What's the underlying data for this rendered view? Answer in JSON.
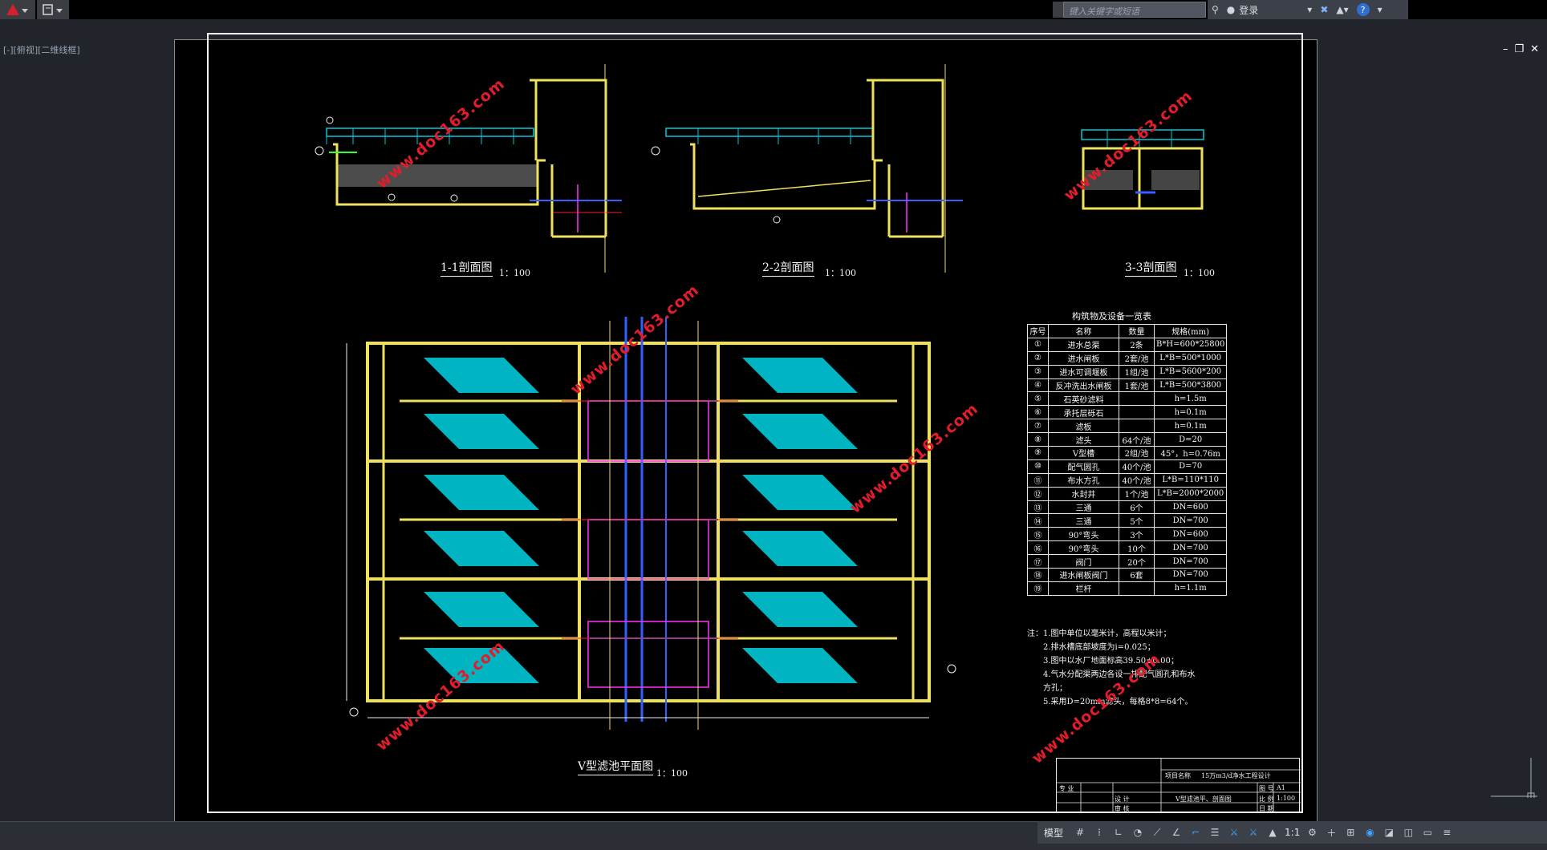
{
  "app": {
    "search_placeholder": "键入关键字或短语",
    "login_label": "登录",
    "viewport_label": "[-][俯视][二维线框]"
  },
  "views": {
    "section_1": {
      "title": "1-1剖面图",
      "scale": "1：100"
    },
    "section_2": {
      "title": "2-2剖面图",
      "scale": "1：100"
    },
    "section_3": {
      "title": "3-3剖面图",
      "scale": "1：100"
    },
    "plan": {
      "title": "V型滤池平面图",
      "scale": "1：100"
    }
  },
  "watermark_text": "www.doc163.com",
  "equipment_table": {
    "title": "构筑物及设备一览表",
    "headers": [
      "序号",
      "名称",
      "数量",
      "规格(mm)"
    ],
    "rows": [
      [
        "①",
        "进水总渠",
        "2条",
        "B*H=600*25800"
      ],
      [
        "②",
        "进水闸板",
        "2套/池",
        "L*B=500*1000"
      ],
      [
        "③",
        "进水可调堰板",
        "1组/池",
        "L*B=5600*200"
      ],
      [
        "④",
        "反冲洗出水闸板",
        "1套/池",
        "L*B=500*3800"
      ],
      [
        "⑤",
        "石英砂滤料",
        "",
        "h=1.5m"
      ],
      [
        "⑥",
        "承托层砾石",
        "",
        "h=0.1m"
      ],
      [
        "⑦",
        "滤板",
        "",
        "h=0.1m"
      ],
      [
        "⑧",
        "滤头",
        "64个/池",
        "D=20"
      ],
      [
        "⑨",
        "V型槽",
        "2组/池",
        "45°，h=0.76m"
      ],
      [
        "⑩",
        "配气圆孔",
        "40个/池",
        "D=70"
      ],
      [
        "⑪",
        "布水方孔",
        "40个/池",
        "L*B=110*110"
      ],
      [
        "⑫",
        "水封井",
        "1个/池",
        "L*B=2000*2000"
      ],
      [
        "⑬",
        "三通",
        "6个",
        "DN=600"
      ],
      [
        "⑭",
        "三通",
        "5个",
        "DN=700"
      ],
      [
        "⑮",
        "90°弯头",
        "3个",
        "DN=600"
      ],
      [
        "⑯",
        "90°弯头",
        "10个",
        "DN=700"
      ],
      [
        "⑰",
        "阀门",
        "20个",
        "DN=700"
      ],
      [
        "⑱",
        "进水闸板阀门",
        "6套",
        "DN=700"
      ],
      [
        "⑲",
        "栏杆",
        "",
        "h=1.1m"
      ]
    ]
  },
  "notes": {
    "line1": "注：1.图中单位以毫米计，高程以米计；",
    "line2": "2.排水槽底部坡度为i=0.025；",
    "line3": "3.图中以水厂地面标高39.50±0.00；",
    "line4": "4.气水分配渠两边各设一排配气圆孔和布水",
    "line5": "方孔；",
    "line6": "5.采用D=20mm滤头，每格8*8=64个。"
  },
  "title_block": {
    "project_label": "项目名称",
    "project_value": "15万m3/d净水工程设计",
    "drawing_name": "V型滤池平、剖面图",
    "sheet_label": "图 号",
    "sheet_value": "A1",
    "scale_label": "比 例",
    "scale_value": "1:100",
    "date_label": "日 期",
    "major_label": "专 业",
    "design_label": "设 计",
    "check_label": "审 核"
  },
  "status": {
    "model_tab": "模型",
    "scale": "1:1"
  },
  "colors": {
    "wall": "#f0e060",
    "water": "#00c8d8",
    "pipe_blue": "#3060ff",
    "pipe_magenta": "#ff30ff",
    "rebar_green": "#30ff30",
    "red": "#ff2020"
  }
}
